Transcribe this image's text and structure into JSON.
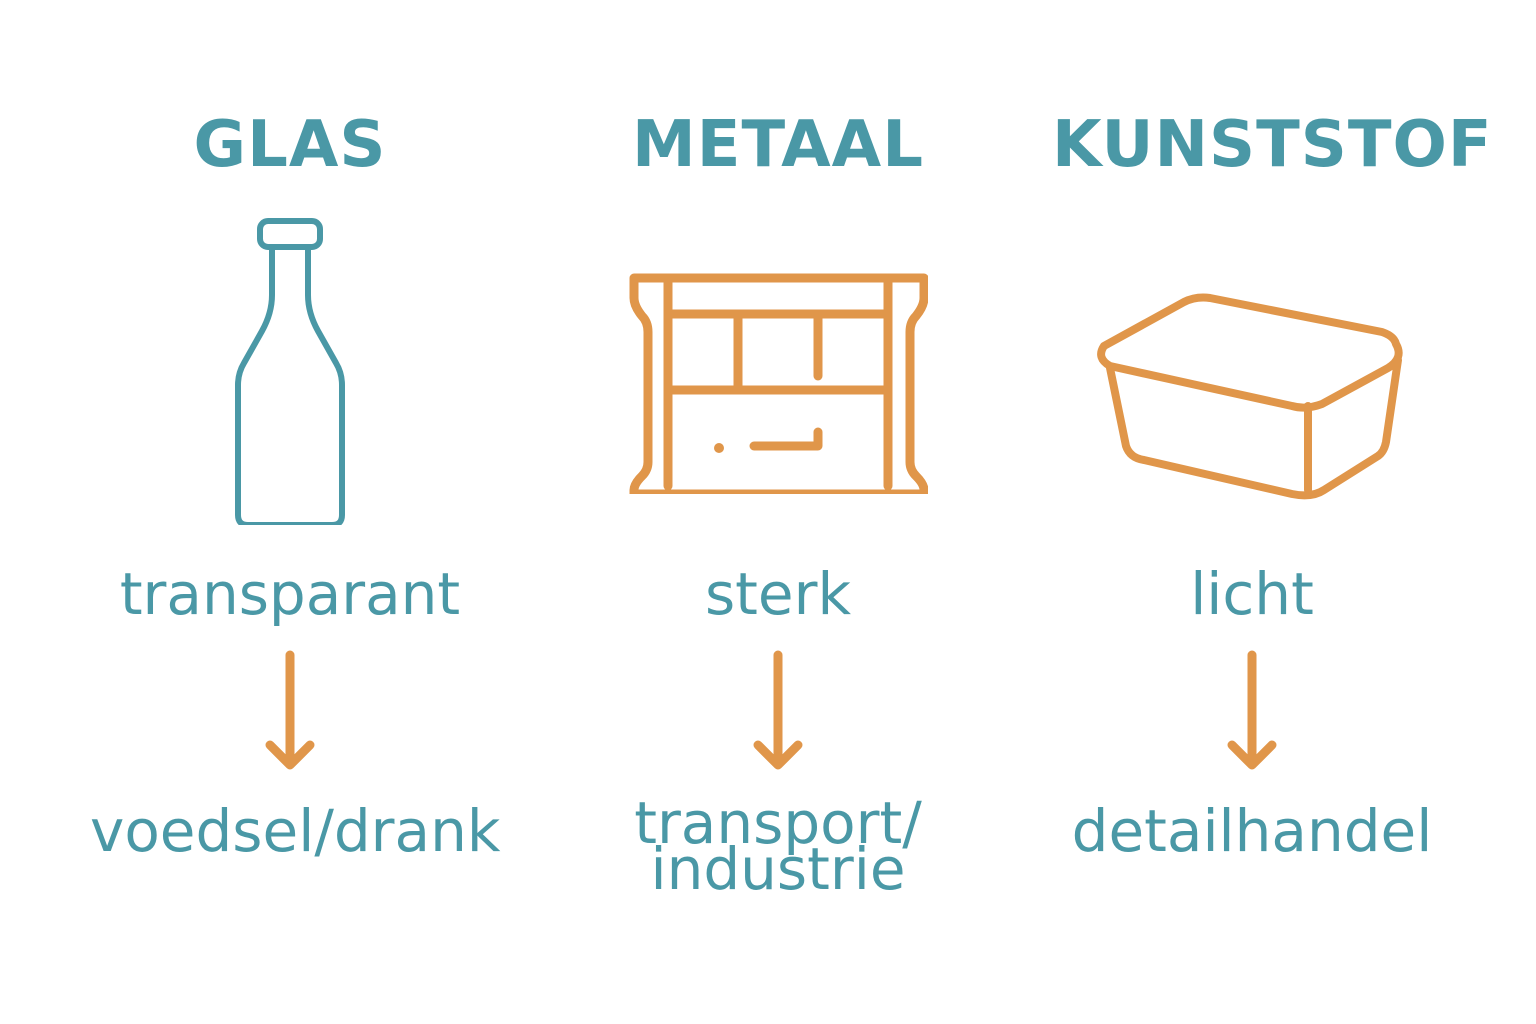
{
  "colors": {
    "teal": "#4a98a6",
    "orange": "#e0964a",
    "background": "#ffffff"
  },
  "columns": [
    {
      "title": "GLAS",
      "icon": "bottle-icon",
      "property": "transparant",
      "use": "voedsel/drank"
    },
    {
      "title": "METAAL",
      "icon": "metal-crate-icon",
      "property": "sterk",
      "use": "transport/\nindustrie",
      "use_lines": [
        "transport/",
        "industrie"
      ]
    },
    {
      "title": "KUNSTSTOF",
      "icon": "plastic-tray-icon",
      "property": "licht",
      "use": "detailhandel"
    }
  ],
  "arrow_icon": "arrow-down-icon"
}
